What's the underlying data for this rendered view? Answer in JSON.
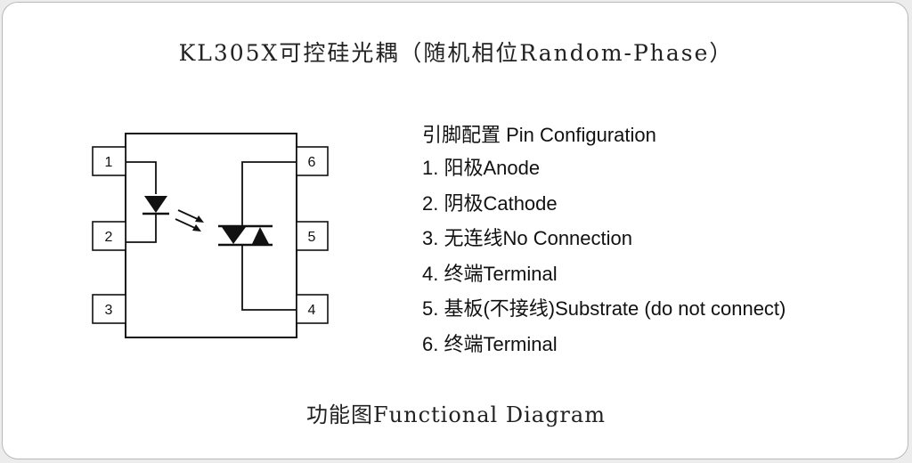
{
  "title": "KL305X可控硅光耦（随机相位Random-Phase）",
  "caption": "功能图Functional Diagram",
  "pin_config": {
    "heading": "引脚配置 Pin Configuration",
    "items": [
      "1. 阳极Anode",
      "2. 阴极Cathode",
      "3. 无连线No Connection",
      "4. 终端Terminal",
      "5. 基板(不接线)Substrate (do not connect)",
      "6. 终端Terminal"
    ]
  },
  "diagram": {
    "pin_labels": [
      "1",
      "2",
      "3",
      "4",
      "5",
      "6"
    ]
  }
}
